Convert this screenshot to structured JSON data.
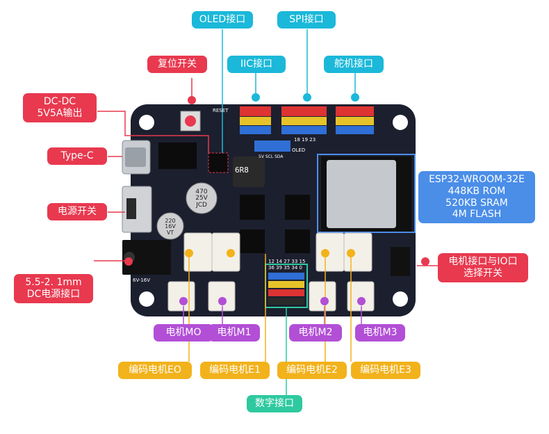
{
  "labels": {
    "oled": "OLED接口",
    "spi": "SPI接口",
    "reset": "复位开关",
    "iic": "IIC接口",
    "servo": "舵机接口",
    "dcdc_line1": "DC-DC",
    "dcdc_line2": "5V5A输出",
    "typec": "Type-C",
    "esp_line1": "ESP32-WROOM-32E",
    "esp_line2": "448KB ROM",
    "esp_line3": "520KB SRAM",
    "esp_line4": "4M FLASH",
    "power_switch": "电源开关",
    "motor_select_line1": "电机接口与IO口",
    "motor_select_line2": "选择开关",
    "dc_jack_line1": "5.5-2. 1mm",
    "dc_jack_line2": "DC电源接口",
    "m0": "电机MO",
    "m1": "电机M1",
    "m2": "电机M2",
    "m3": "电机M3",
    "e0": "编码电机EO",
    "e1": "编码电机E1",
    "e2": "编码电机E2",
    "e3": "编码电机E3",
    "digital": "数字接口"
  },
  "board": {
    "inductor": "6R8",
    "cap_line1": "470",
    "cap_line2": "25V",
    "cap_line3": "JCD",
    "cap2_line1": "220",
    "cap2_line2": "16V",
    "cap2_line3": "VT",
    "reset": "RESET",
    "oled": "OLED",
    "voltage": "6V-16V",
    "pins_top": "12 14 27 33 15",
    "pins_bottom": "36 39 35 34 0",
    "spi_pins": "18 19 23",
    "sda": "5V SCL SDA"
  },
  "colors": {
    "red": "#e8394f",
    "cyan": "#1bb8d9",
    "blue": "#4a8ee8",
    "purple": "#b24fd6",
    "yellow": "#f2b21b",
    "green": "#2fc9a0",
    "board": "#1c1f2e"
  }
}
